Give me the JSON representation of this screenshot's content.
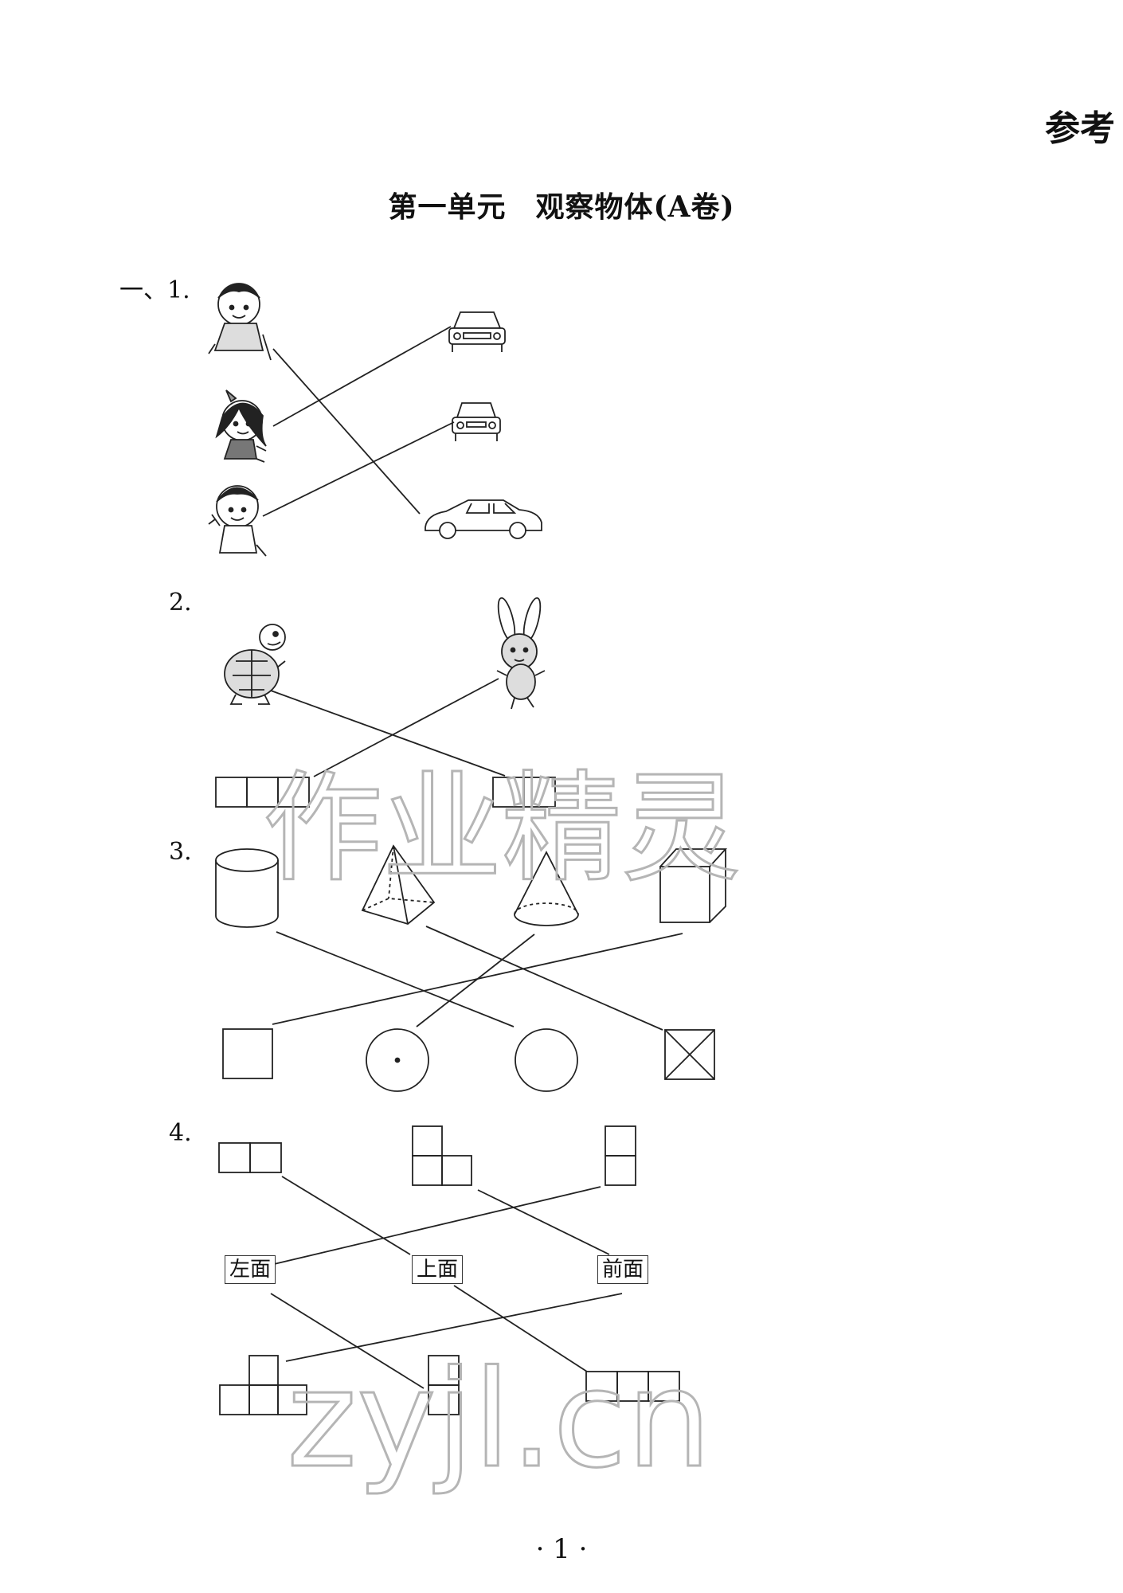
{
  "corner_title": "参考",
  "page_title": "第一单元　观察物体(A卷)",
  "questions": {
    "q1": "一、1.",
    "q2": "2.",
    "q3": "3.",
    "q4": "4."
  },
  "labels": {
    "left": "左面",
    "top": "上面",
    "front": "前面"
  },
  "watermarks": {
    "main": "作业精灵",
    "site": "zyjl.cn"
  },
  "page_number": "· 1 ·"
}
